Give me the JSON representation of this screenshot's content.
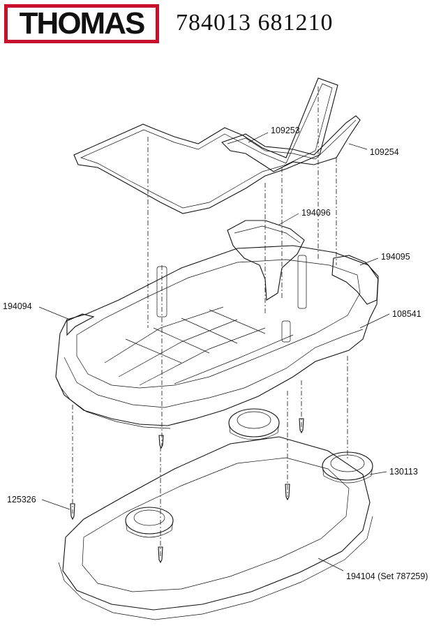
{
  "header": {
    "brand": "THOMAS",
    "model_numbers": "784013 681210"
  },
  "parts": {
    "p109253": "109253",
    "p109254": "109254",
    "p194096": "194096",
    "p194095": "194095",
    "p194094": "194094",
    "p108541": "108541",
    "p130113": "130113",
    "p125326": "125326",
    "p194104": "194104 (Set 787259)"
  }
}
